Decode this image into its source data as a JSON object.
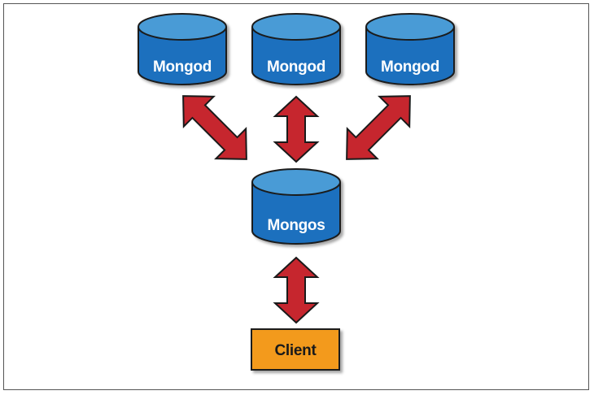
{
  "diagram": {
    "nodes": {
      "mongod_1": "Mongod",
      "mongod_2": "Mongod",
      "mongod_3": "Mongod",
      "mongos": "Mongos",
      "client": "Client"
    },
    "colors": {
      "cylinder_body": "#1a6fbe",
      "cylinder_top": "#4a9bd6",
      "arrow": "#c6262e",
      "client_box": "#f39a1f"
    }
  }
}
